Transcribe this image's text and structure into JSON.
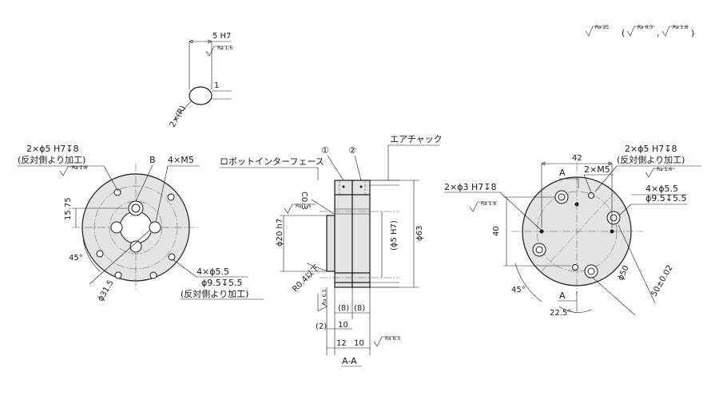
{
  "surface_finish": {
    "general": "Ra 25",
    "others_open": "(",
    "others_a": "Ra 6.3",
    "others_sep": ",",
    "others_b": "Ra 1.6",
    "others_close": ")"
  },
  "detail_r": {
    "width_dim": "5 H7",
    "finish": "Ra 1.6",
    "depth_dim": "1",
    "radius_label": "2×(R)"
  },
  "left_view": {
    "hole_spec": "2×ϕ5 H7↧8",
    "hole_note": "(反対側より加工)",
    "hole_finish": "Ra 1.6",
    "label_b": "B",
    "tap_spec": "4×M5",
    "dim_15_75": "15.75",
    "dim_45deg": "45°",
    "dim_dia31_5": "ϕ31.5",
    "cb_spec": "4×ϕ5.5",
    "cb_detail": "ϕ9.5↧5.5",
    "cb_note": "(反対側より加工)"
  },
  "section": {
    "label_1": "①",
    "label_2": "②",
    "air_chuck": "エアチャック",
    "robot_iface": "ロボットインターフェース",
    "chamfer": "C0.3",
    "finish_ra16": "Ra 1.6",
    "dia20": "ϕ20 h7",
    "dia5_h7": "(ϕ5 H7)",
    "dia63": "ϕ63",
    "radius_note": "R0.4以下",
    "finish_side": "Ra 6.3",
    "dim_8a": "(8)",
    "dim_8b": "(8)",
    "dim_2": "(2)",
    "dim_10a": "10",
    "dim_12": "12",
    "dim_10b": "10",
    "finish_bottom": "Ra 6.3",
    "section_label": "A-A"
  },
  "right_view": {
    "dim_42": "42",
    "hole_spec": "2×ϕ5 H7↧8",
    "hole_note": "(反対側より加工)",
    "hole_finish": "Ra 1.6",
    "label_a_top": "A",
    "tap_spec": "2×M5",
    "pin_spec": "2×ϕ3 H7↧8",
    "pin_finish": "Ra 1.6",
    "cb_spec": "4×ϕ5.5",
    "cb_detail": "ϕ9.5↧5.5",
    "dim_40": "40",
    "dim_dia50": "ϕ50",
    "dim_50": "50±0.02",
    "dim_45deg": "45°",
    "label_a_bottom": "A",
    "dim_22_5": "22.5°"
  }
}
